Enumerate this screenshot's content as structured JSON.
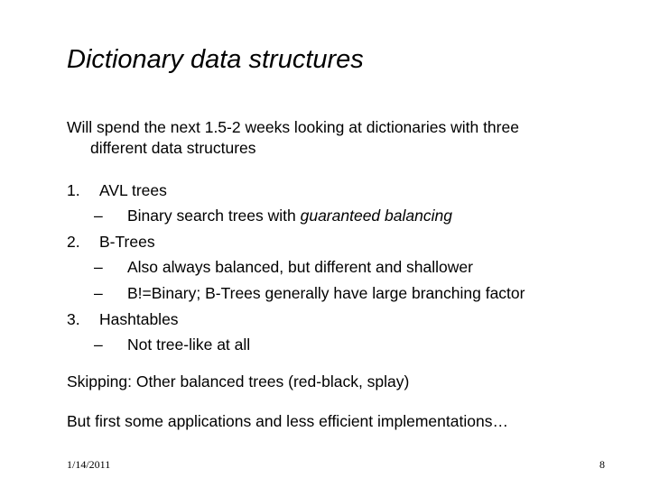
{
  "slide": {
    "title": "Dictionary data structures",
    "intro_line1": "Will spend the next 1.5-2 weeks looking at  dictionaries with three",
    "intro_line2": "different data structures",
    "items": [
      {
        "number": "1.",
        "label": "AVL trees",
        "subitems": [
          {
            "dash": "–",
            "text": "Binary search trees with ",
            "emphasis": "guaranteed balancing"
          }
        ]
      },
      {
        "number": "2.",
        "label": "B-Trees",
        "subitems": [
          {
            "dash": "–",
            "text": "Also always balanced, but different and shallower"
          },
          {
            "dash": "–",
            "text": "B!=Binary; B-Trees generally have large branching factor"
          }
        ]
      },
      {
        "number": "3.",
        "label": "Hashtables",
        "subitems": [
          {
            "dash": "–",
            "text": "Not tree-like at all"
          }
        ]
      }
    ],
    "skipping": "Skipping: Other balanced trees (red-black, splay)",
    "but_first": "But first some applications and less efficient implementations…"
  },
  "footer": {
    "date": "1/14/2011",
    "page_number": "8"
  }
}
